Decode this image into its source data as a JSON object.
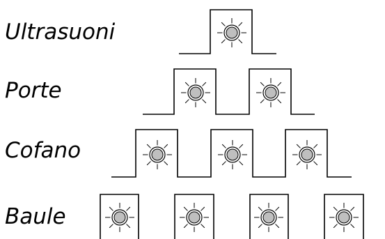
{
  "labels": [
    {
      "text": "Ultrasuoni",
      "lamps": 1
    },
    {
      "text": "Porte",
      "lamps": 2
    },
    {
      "text": "Cofano",
      "lamps": 3
    },
    {
      "text": "Baule",
      "lamps": 4
    }
  ],
  "colors": {
    "line": "#000000",
    "lamp_fill": "#bfbfbf",
    "text": "#000000"
  },
  "icon": "lamp-icon"
}
